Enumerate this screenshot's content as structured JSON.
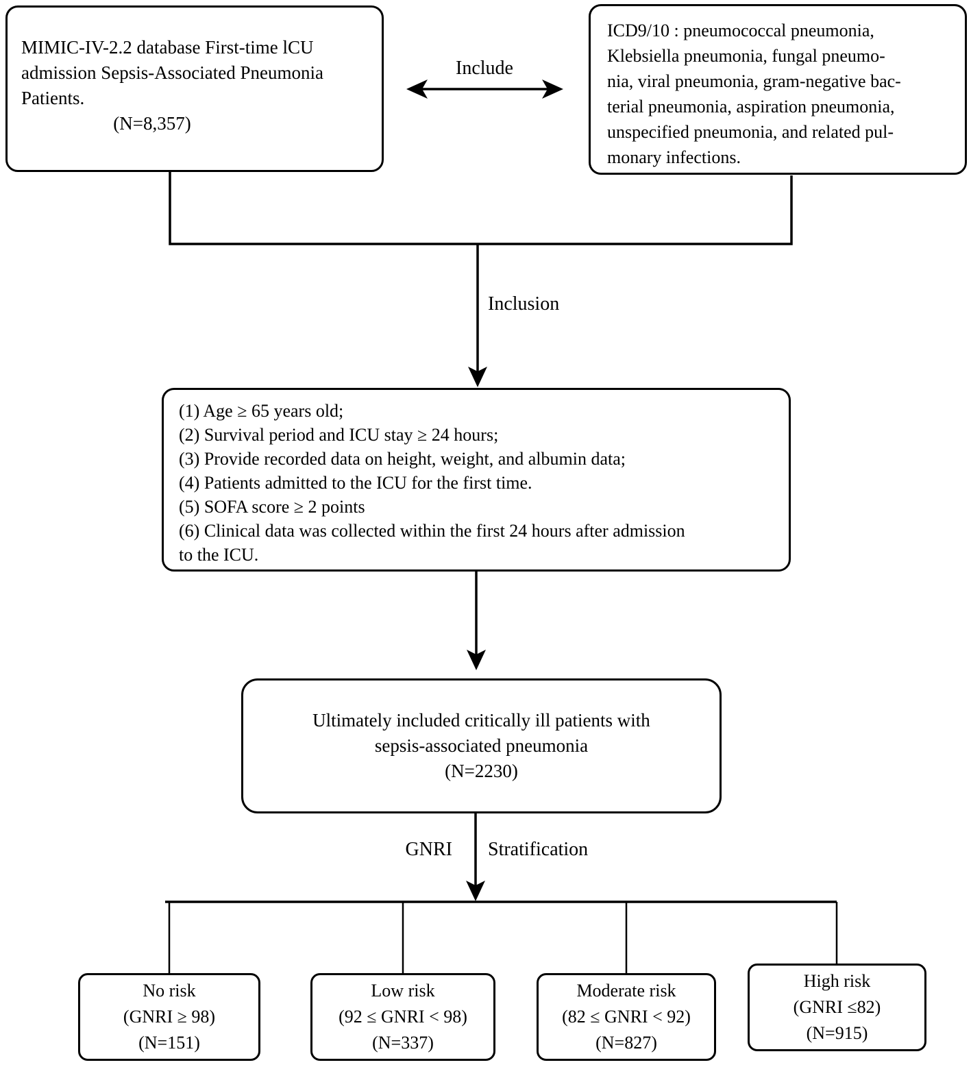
{
  "labels": {
    "include": "Include",
    "inclusion": "Inclusion",
    "gnri": "GNRI",
    "stratification": "Stratification"
  },
  "boxes": {
    "database": {
      "text": "MIMIC-IV-2.2 database First-time lCU admission Sepsis-Associated Pneumonia Patients.",
      "n": "(N=8,357)"
    },
    "icd": {
      "lines": [
        "ICD9/10 : pneumococcal pneumonia,",
        "Klebsiella pneumonia, fungal pneumo-",
        "nia, viral pneumonia, gram-negative bac-",
        "terial pneumonia, aspiration pneumonia,",
        "unspecified pneumonia, and related pul-",
        "monary infections."
      ]
    },
    "criteria": {
      "lines": [
        "(1) Age ≥ 65 years old;",
        "(2) Survival period and ICU stay ≥ 24 hours;",
        "(3) Provide recorded data on height, weight, and albumin data;",
        "(4) Patients admitted to the ICU for the first time.",
        "(5) SOFA score ≥ 2 points",
        "(6) Clinical data was collected within the first 24 hours after admission",
        "to the ICU."
      ]
    },
    "final": {
      "lines": [
        "Ultimately included critically ill patients with",
        "sepsis-associated pneumonia",
        "(N=2230)"
      ]
    }
  },
  "strata": [
    {
      "risk": "No risk",
      "range": "(GNRI ≥ 98)",
      "n": "(N=151)"
    },
    {
      "risk": "Low risk",
      "range": "(92 ≤ GNRI < 98)",
      "n": "(N=337)"
    },
    {
      "risk": "Moderate risk",
      "range": "(82 ≤ GNRI < 92)",
      "n": "(N=827)"
    },
    {
      "risk": "High risk",
      "range": "(GNRI ≤82)",
      "n": "(N=915)"
    }
  ],
  "colors": {
    "line": "#000000",
    "background": "#ffffff"
  }
}
